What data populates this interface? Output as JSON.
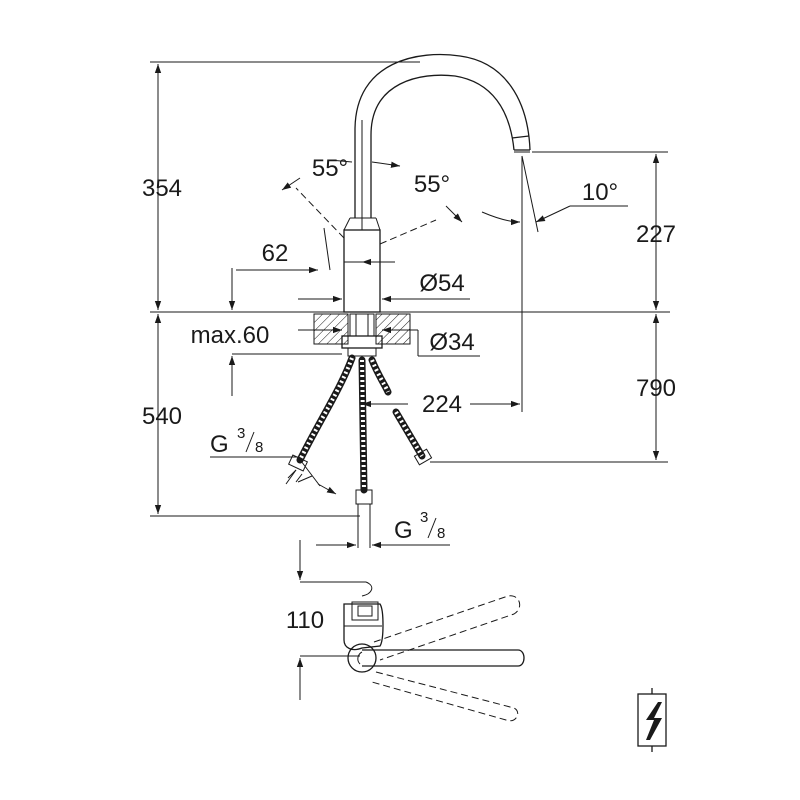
{
  "dimensions": {
    "height_total_spout": "354",
    "angle_left": "55°",
    "angle_right": "55°",
    "angle_spray": "10°",
    "spout_height": "227",
    "handle_offset": "62",
    "body_diameter": "Ø54",
    "max_deck": "max.60",
    "hole_diameter": "Ø34",
    "spout_reach": "224",
    "hose_length_total": "790",
    "below_deck": "540",
    "thread_left": "G",
    "thread_left_num": "3",
    "thread_left_den": "8",
    "thread_bottom": "G",
    "thread_bottom_num": "3",
    "thread_bottom_den": "8",
    "swing_depth": "110"
  },
  "icons": [
    "electrical-symbol-icon"
  ]
}
